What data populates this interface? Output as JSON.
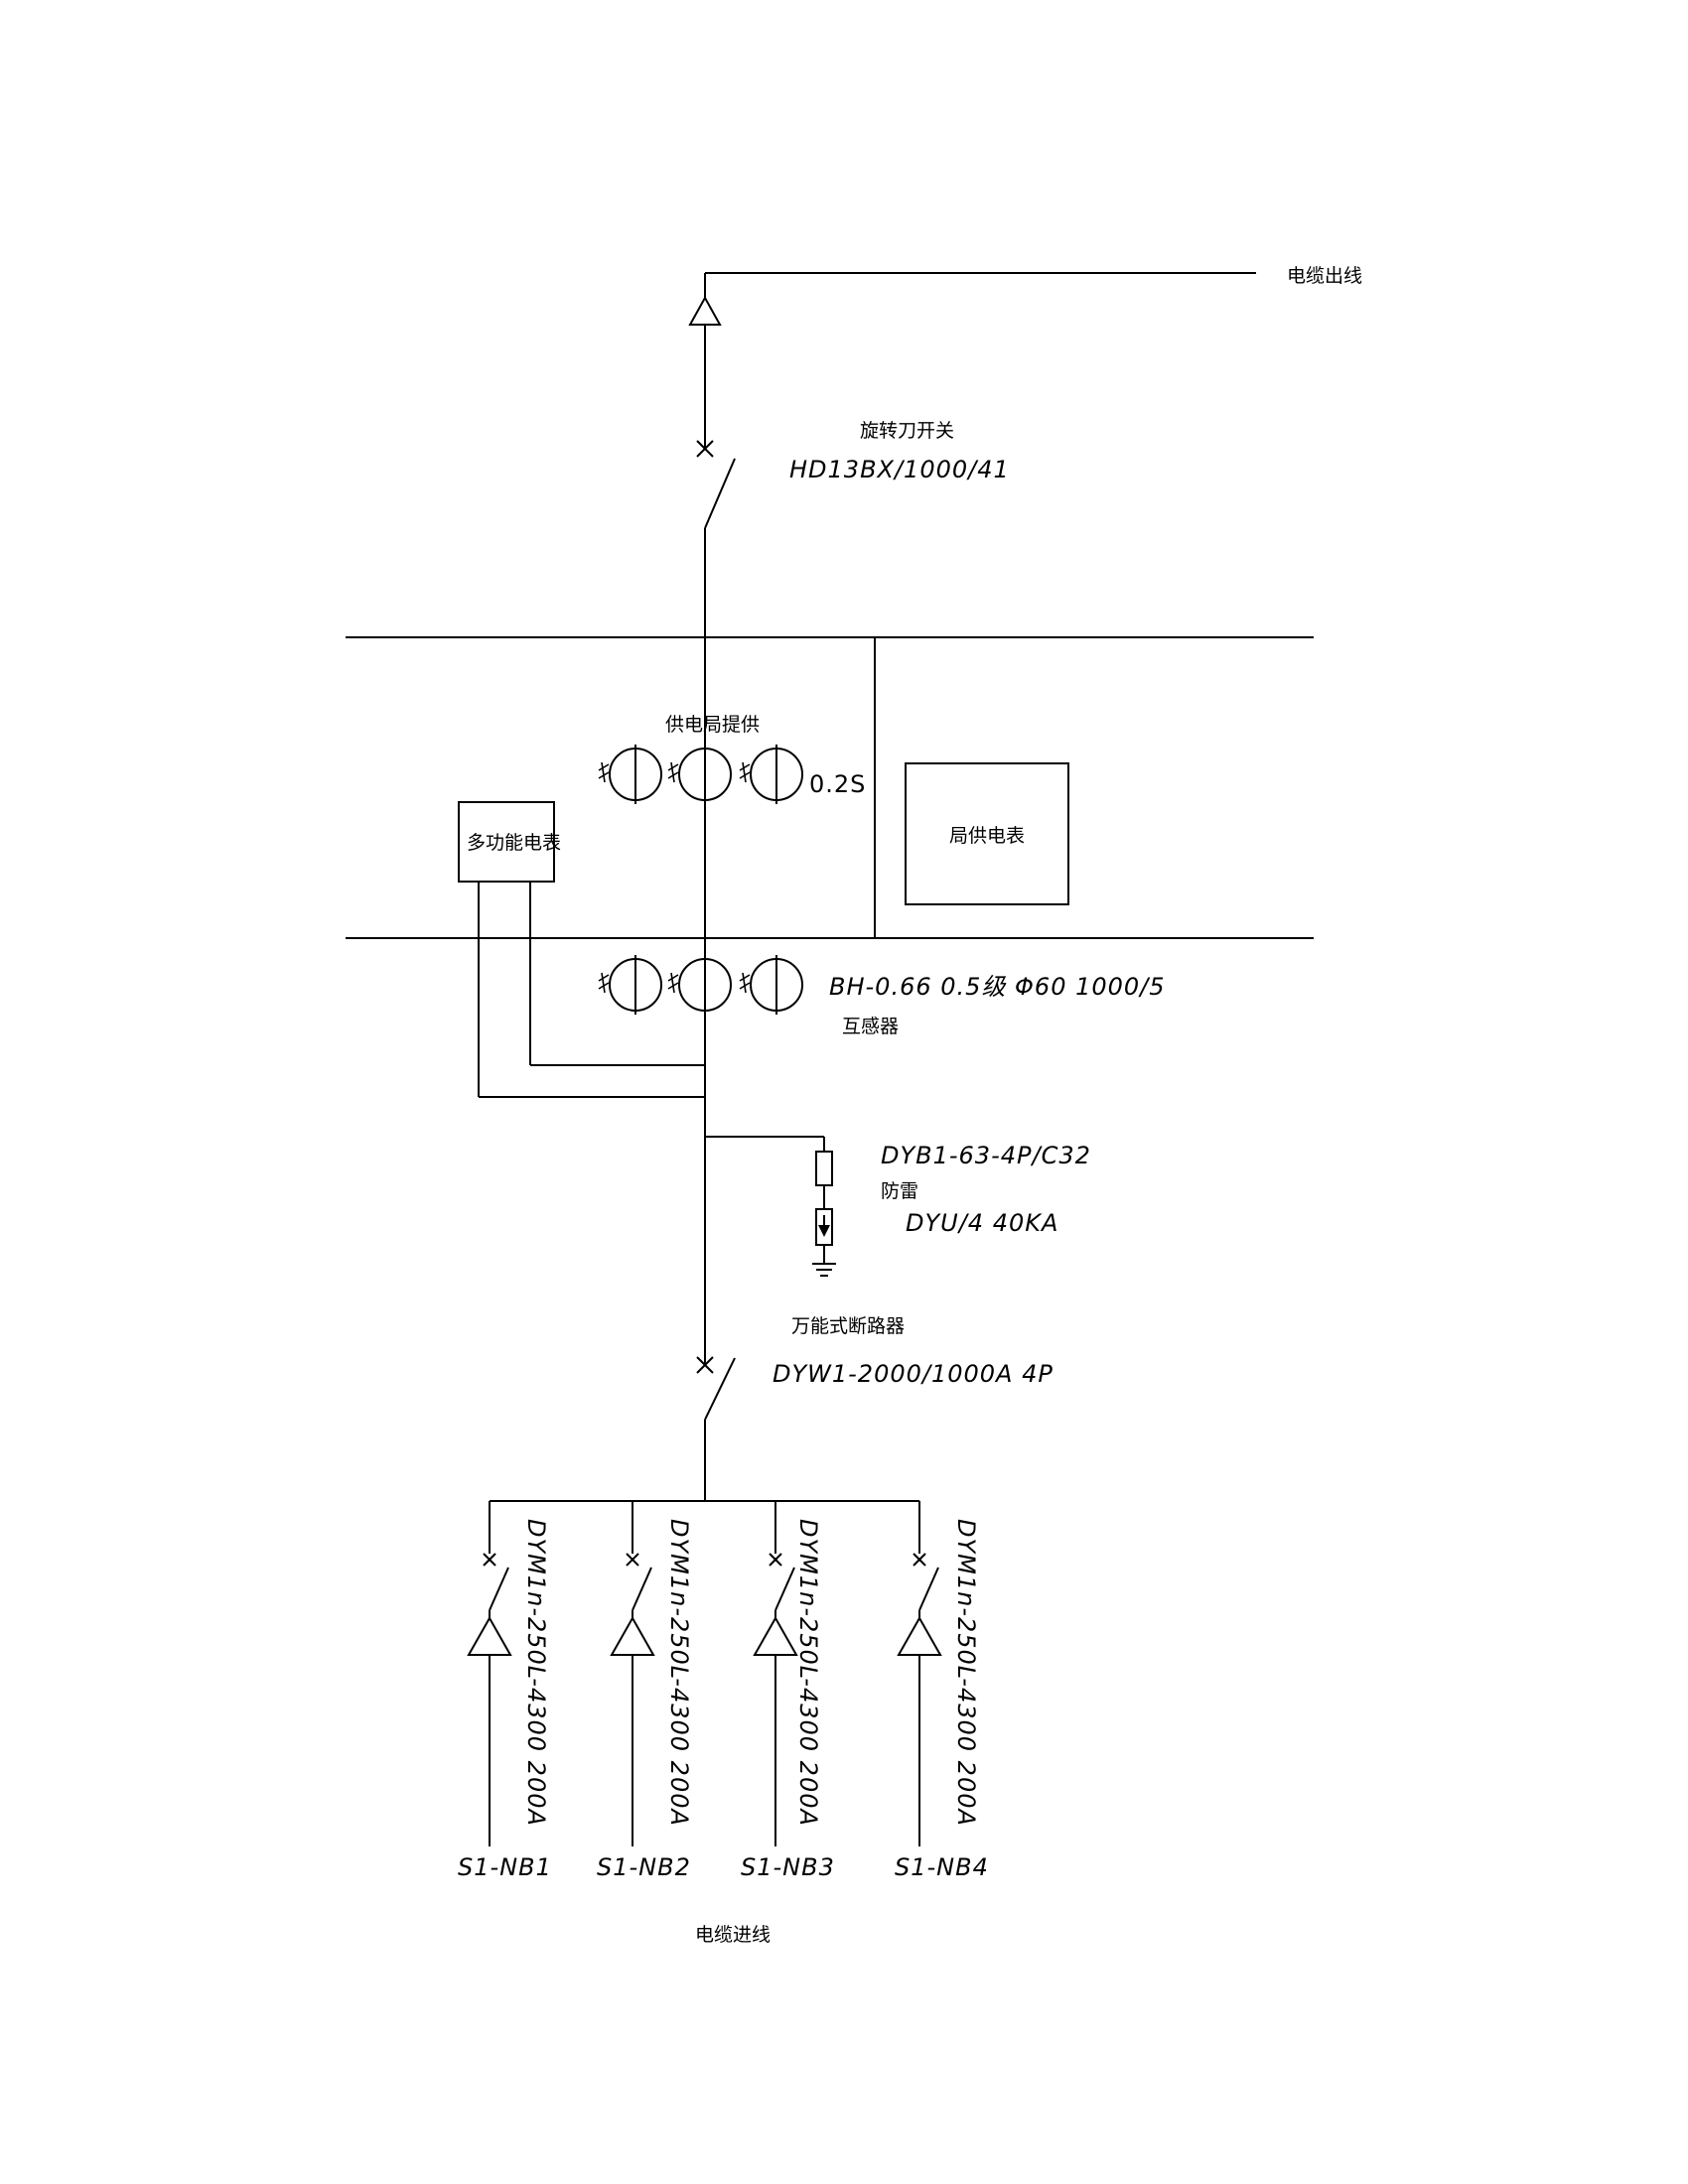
{
  "labels": {
    "cable_out": "电缆出线",
    "knife_switch_name": "旋转刀开关",
    "knife_switch_model": "HD13BX/1000/41",
    "utility_provided": "供电局提供",
    "meter_class": "0.2S",
    "multi_meter": "多功能电表",
    "utility_meter": "局供电表",
    "ct_model": "BH-0.66 0.5级 Φ60 1000/5",
    "ct_name": "互感器",
    "spd_breaker_model": "DYB1-63-4P/C32",
    "spd_name": "防雷",
    "spd_model": "DYU/4 40KA",
    "main_breaker_name": "万能式断路器",
    "main_breaker_model": "DYW1-2000/1000A 4P",
    "cable_in": "电缆进线"
  },
  "branches": [
    {
      "breaker_model": "DYM1n-250L-4300 200A",
      "feeder": "S1-NB1"
    },
    {
      "breaker_model": "DYM1n-250L-4300 200A",
      "feeder": "S1-NB2"
    },
    {
      "breaker_model": "DYM1n-250L-4300 200A",
      "feeder": "S1-NB3"
    },
    {
      "breaker_model": "DYM1n-250L-4300 200A",
      "feeder": "S1-NB4"
    }
  ]
}
